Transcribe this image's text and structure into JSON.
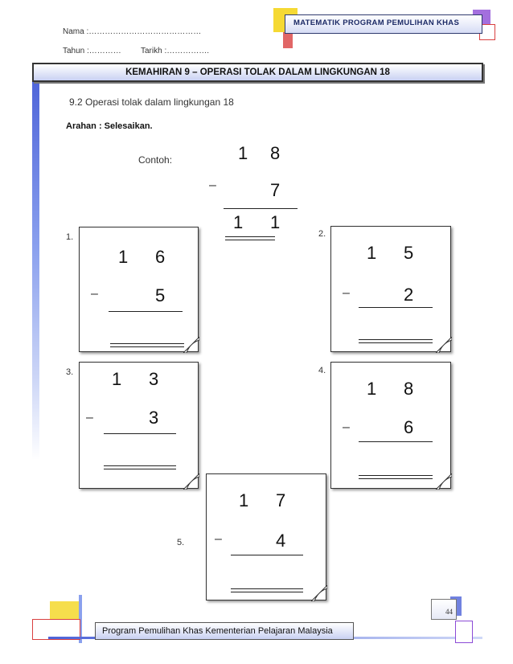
{
  "header": {
    "nama_label": "Nama :……………………………………",
    "tahun_label": "Tahun :…………",
    "tarikh_label": "Tarikh :…………….",
    "program_badge": "MATEMATIK PROGRAM PEMULIHAN KHAS"
  },
  "title": "KEMAHIRAN 9 – OPERASI TOLAK DALAM LINGKUNGAN 18",
  "subtitle": "9.2 Operasi tolak dalam lingkungan 18",
  "instruction": "Arahan : Selesaikan.",
  "example": {
    "label": "Contoh:",
    "top_tens": "1",
    "top_ones": "8",
    "minus": "–",
    "sub_ones": "7",
    "ans_tens": "1",
    "ans_ones": "1"
  },
  "questions": [
    {
      "number": "1.",
      "top_tens": "1",
      "top_ones": "6",
      "minus": "–",
      "sub_ones": "5"
    },
    {
      "number": "2.",
      "top_tens": "1",
      "top_ones": "5",
      "minus": "–",
      "sub_ones": "2"
    },
    {
      "number": "3.",
      "top_tens": "1",
      "top_ones": "3",
      "minus": "–",
      "sub_ones": "3"
    },
    {
      "number": "4.",
      "top_tens": "1",
      "top_ones": "8",
      "minus": "–",
      "sub_ones": "6"
    },
    {
      "number": "5.",
      "top_tens": "1",
      "top_ones": "7",
      "minus": "–",
      "sub_ones": "4"
    }
  ],
  "footer": {
    "text": "Program Pemulihan Khas Kementerian Pelajaran Malaysia",
    "page": "44"
  },
  "colors": {
    "accent_blue": "#4d63d8",
    "badge_text": "#1c2a66",
    "deco_red": "#d94040",
    "deco_yellow": "#f2d000",
    "deco_purple": "#8c4bd6"
  }
}
